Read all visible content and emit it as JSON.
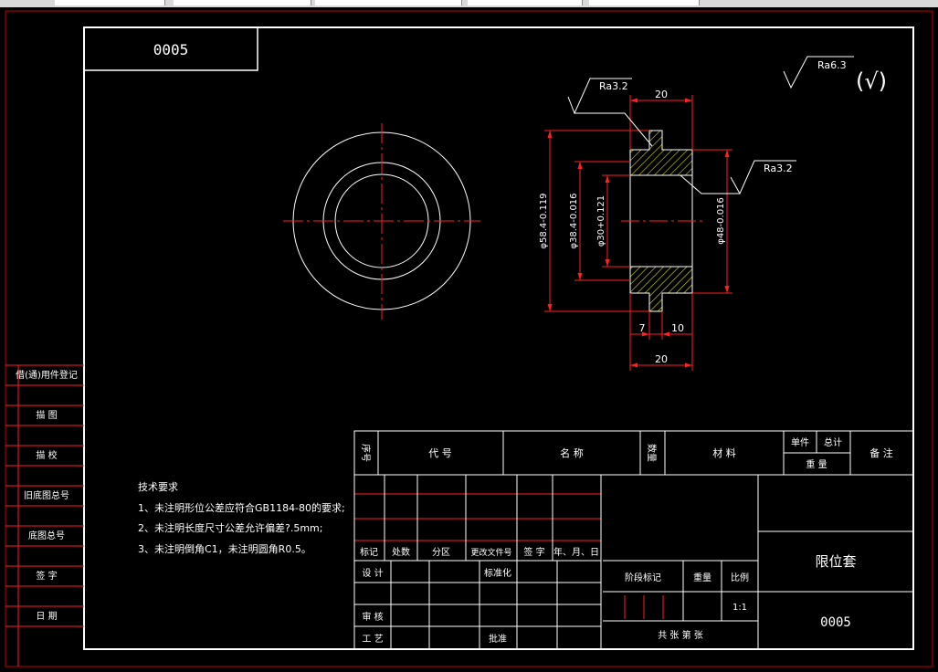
{
  "colors": {
    "background": "#000000",
    "frame": "#ffffff",
    "dim": "#ff2020",
    "border": "#c00000",
    "hatch": "#e0e000",
    "chrome": "#d9d9d9"
  },
  "drawing_no_top": "0005",
  "roughness_general": "Ra6.3",
  "roughness_general_symbol": "(√)",
  "roughness_1": "Ra3.2",
  "roughness_2": "Ra3.2",
  "dims": {
    "top_width": "20",
    "bottom_width": "20",
    "d58": "φ58.4-0.119",
    "d38": "φ38.4-0.016",
    "d30": "φ30+0.121",
    "d48": "φ48-0.016",
    "step7": "7",
    "step10": "10"
  },
  "tech_req": {
    "title": "技术要求",
    "lines": [
      "1、未注明形位公差应符合GB1184-80的要求;",
      "2、未注明长度尺寸公差允许偏差?.5mm;",
      "3、未注明倒角C1，未注明圆角R0.5。"
    ]
  },
  "left_column": [
    "借(通)用件登记",
    "描  图",
    "描  校",
    "旧底图总号",
    "底图总号",
    "签  字",
    "日  期"
  ],
  "bom_header": {
    "seq": "序号",
    "code": "代  号",
    "name": "名  称",
    "qty": "数量",
    "material": "材  料",
    "unit": "单件",
    "total": "总计",
    "weight": "重  量",
    "remark": "备  注"
  },
  "title_block": {
    "mark": "标记",
    "count": "处数",
    "zone": "分区",
    "doc_no": "更改文件号",
    "sign": "签  字",
    "date": "年、月、日",
    "design": "设  计",
    "standard": "标准化",
    "check": "审  核",
    "process": "工  艺",
    "approve": "批准",
    "stage_mark": "阶段标记",
    "weight": "重量",
    "scale": "比例",
    "scale_value": "1:1",
    "sheets": "共   张  第   张",
    "part_name": "限位套",
    "drawing_no": "0005"
  }
}
